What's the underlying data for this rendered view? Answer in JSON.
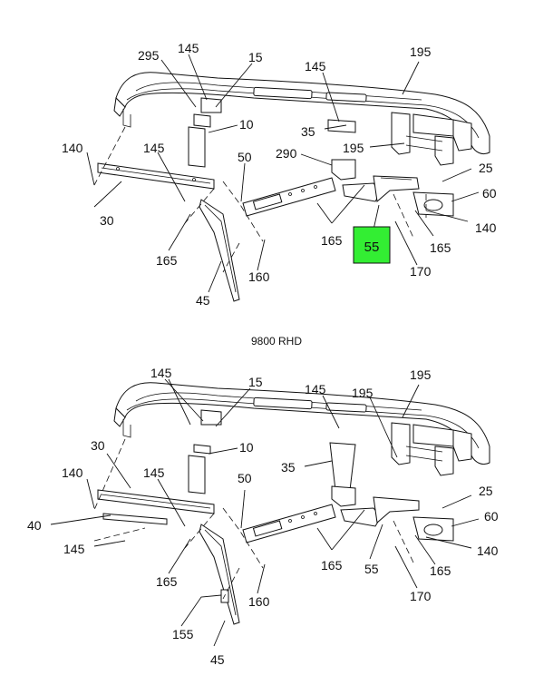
{
  "top_diagram": {
    "callouts": {
      "c295": "295",
      "c145a": "145",
      "c15": "15",
      "c145b": "145",
      "c195a": "195",
      "c10": "10",
      "c140a": "140",
      "c145c": "145",
      "c35": "35",
      "c195b": "195",
      "c50": "50",
      "c290": "290",
      "c25": "25",
      "c60": "60",
      "c30": "30",
      "c140b": "140",
      "c165a": "165",
      "c165b": "165",
      "c165c": "165",
      "c160": "160",
      "c170": "170",
      "c45": "45"
    },
    "highlight": {
      "label": "55",
      "color": "#33ee33"
    }
  },
  "caption": "9800 RHD",
  "bottom_diagram": {
    "callouts": {
      "c145a": "145",
      "c15": "15",
      "c145b": "145",
      "c195a": "195",
      "c195b": "195",
      "c30": "30",
      "c10": "10",
      "c35": "35",
      "c140a": "140",
      "c145c": "145",
      "c50": "50",
      "c25": "25",
      "c40": "40",
      "c60": "60",
      "c145d": "145",
      "c165a": "165",
      "c165b": "165",
      "c55": "55",
      "c165c": "165",
      "c140b": "140",
      "c160": "160",
      "c170": "170",
      "c155": "155",
      "c45": "45"
    }
  }
}
